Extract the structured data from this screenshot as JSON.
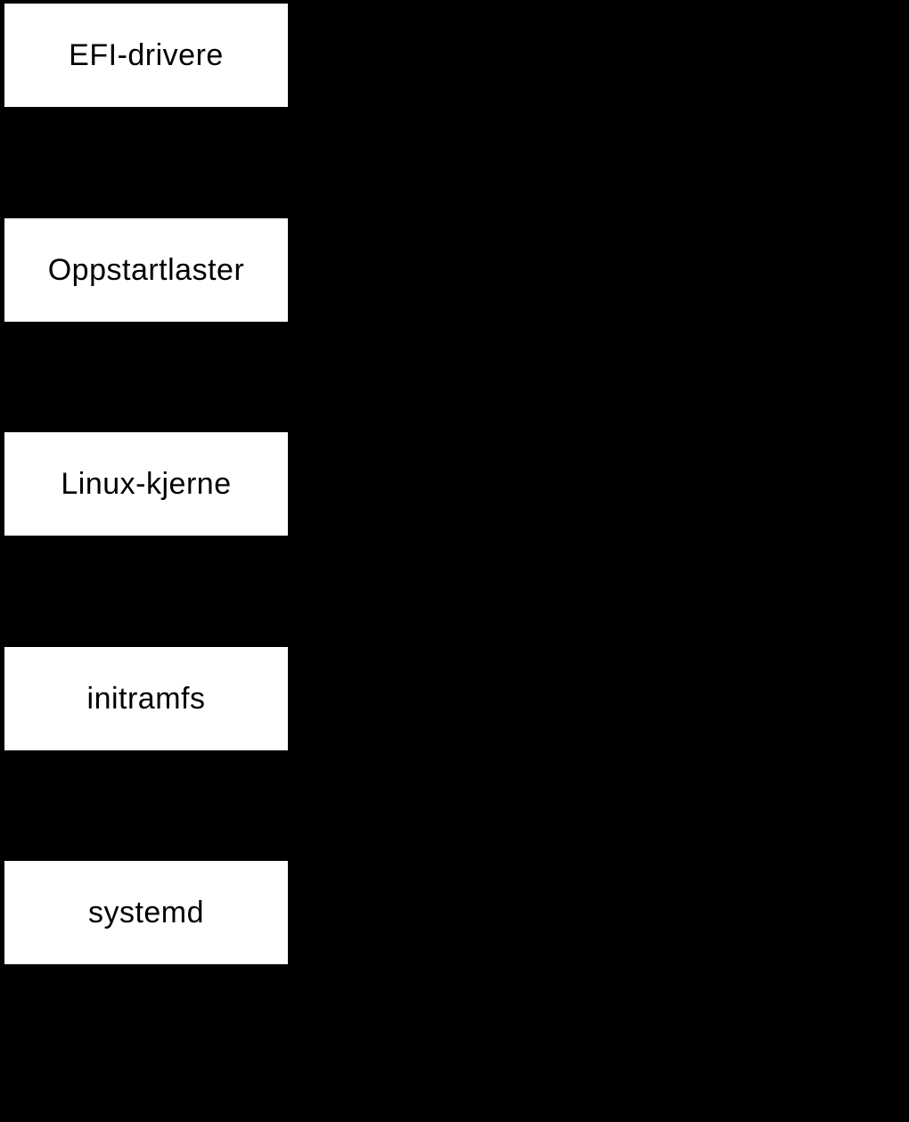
{
  "diagram": {
    "description": "Boot process flowchart with five stacked rectangular nodes on a black canvas",
    "colors": {
      "background": "#000000",
      "node_fill": "#ffffff",
      "node_text": "#000000"
    },
    "nodes": [
      {
        "label": "EFI-drivere"
      },
      {
        "label": "Oppstartlaster"
      },
      {
        "label": "Linux-kjerne"
      },
      {
        "label": "initramfs"
      },
      {
        "label": "systemd"
      }
    ]
  }
}
